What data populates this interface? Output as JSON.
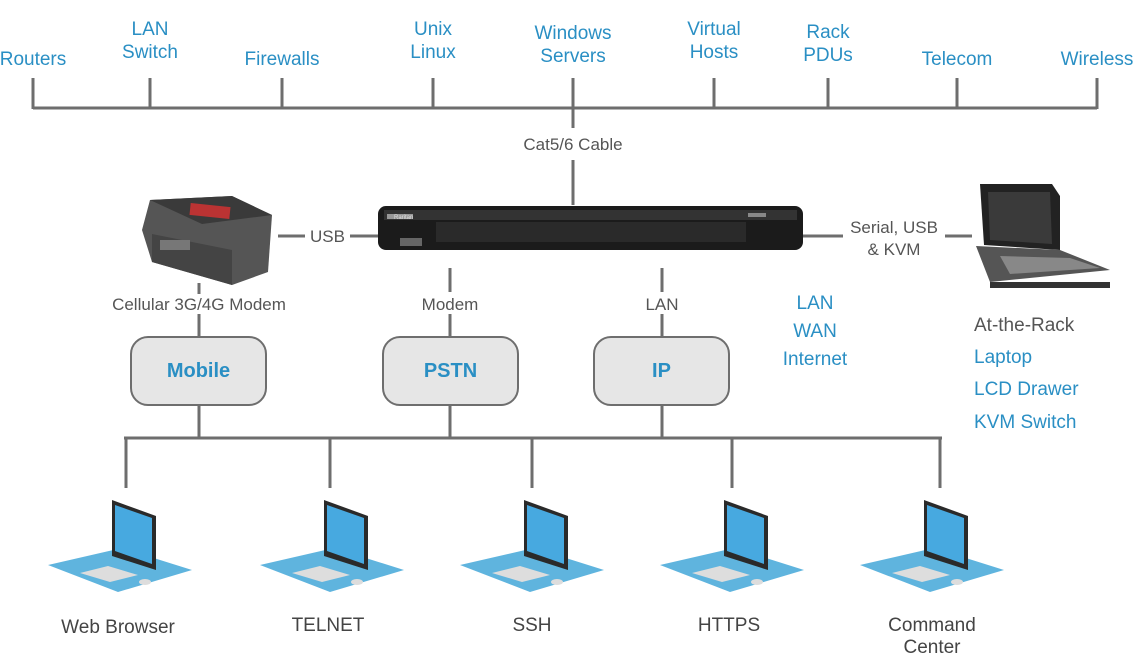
{
  "devices": [
    {
      "label": "Routers"
    },
    {
      "label": "LAN\nSwitch"
    },
    {
      "label": "Firewalls"
    },
    {
      "label": "Unix\nLinux"
    },
    {
      "label": "Windows\nServers"
    },
    {
      "label": "Virtual\nHosts"
    },
    {
      "label": "Rack\nPDUs"
    },
    {
      "label": "Telecom"
    },
    {
      "label": "Wireless"
    }
  ],
  "cable_label": "Cat5/6 Cable",
  "connections": {
    "usb": "USB",
    "serial": "Serial, USB\n& KVM",
    "modem_cellular": "Cellular 3G/4G Modem",
    "modem": "Modem",
    "lan": "LAN"
  },
  "networks": [
    {
      "label": "Mobile"
    },
    {
      "label": "PSTN"
    },
    {
      "label": "IP"
    }
  ],
  "ip_types": [
    "LAN",
    "WAN",
    "Internet"
  ],
  "rack_access": {
    "title": "At-the-Rack",
    "items": [
      "Laptop",
      "LCD Drawer",
      "KVM Switch"
    ]
  },
  "device_brand": "Raritan",
  "clients": [
    {
      "label": "Web Browser"
    },
    {
      "label": "TELNET"
    },
    {
      "label": "SSH"
    },
    {
      "label": "HTTPS"
    },
    {
      "label": "Command\nCenter"
    }
  ],
  "colors": {
    "accent": "#2a8fc4",
    "line": "#6e6e6e",
    "box_fill": "#e6e6e6",
    "mat": "#5fb4de",
    "screen": "#47a9e0"
  }
}
